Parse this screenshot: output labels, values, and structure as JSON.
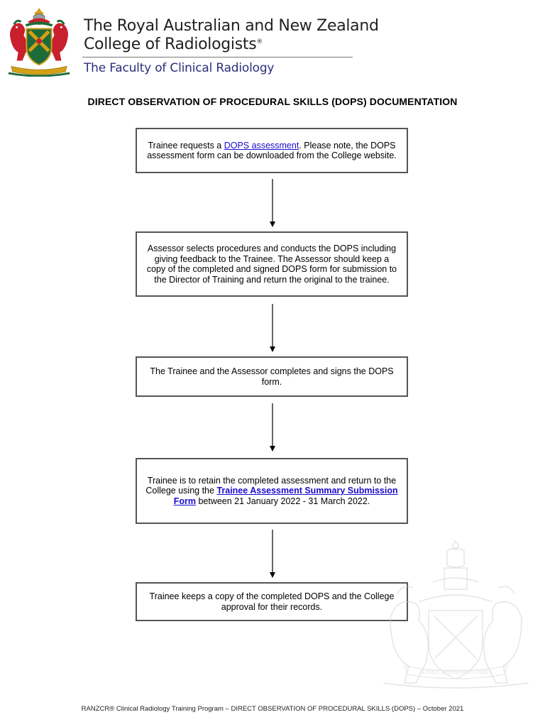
{
  "header": {
    "college_line1": "The Royal Australian and New Zealand",
    "college_line2": "College of Radiologists",
    "registered_mark": "®",
    "faculty": "The Faculty of Clinical Radiology",
    "colors": {
      "faculty_text": "#2b2f7b",
      "crest_red": "#c8202c",
      "crest_green": "#1e6b3a",
      "crest_gold": "#d4a017"
    }
  },
  "document": {
    "title": "DIRECT OBSERVATION OF PROCEDURAL SKILLS (DOPS) DOCUMENTATION"
  },
  "flowchart": {
    "steps": [
      {
        "text_before": "Trainee requests a ",
        "link": "DOPS assessment",
        "text_after": ". Please note, the DOPS assessment form can be downloaded from the College website."
      },
      {
        "text": "Assessor selects procedures and conducts the DOPS including giving feedback to the Trainee. The Assessor should keep a copy of the completed and signed DOPS form for submission to the Director of Training and return the original to the trainee."
      },
      {
        "text": "The Trainee and the Assessor completes and signs the DOPS form."
      },
      {
        "text_before": "Trainee is to retain the completed assessment and return to the College using the ",
        "link": "Trainee Assessment Summary Submission Form",
        "text_after": " between 21 January 2022 - 31 March 2022."
      },
      {
        "text": "Trainee keeps a copy of the completed DOPS and the College approval for their records."
      }
    ],
    "link_color": "#1a0dcc"
  },
  "watermark": {
    "motto": "LUMEN AFFERIMUS ORBIS"
  },
  "footer": {
    "text": "RANZCR® Clinical Radiology Training Program – DIRECT OBSERVATION OF PROCEDURAL SKILLS (DOPS) – October 2021"
  }
}
